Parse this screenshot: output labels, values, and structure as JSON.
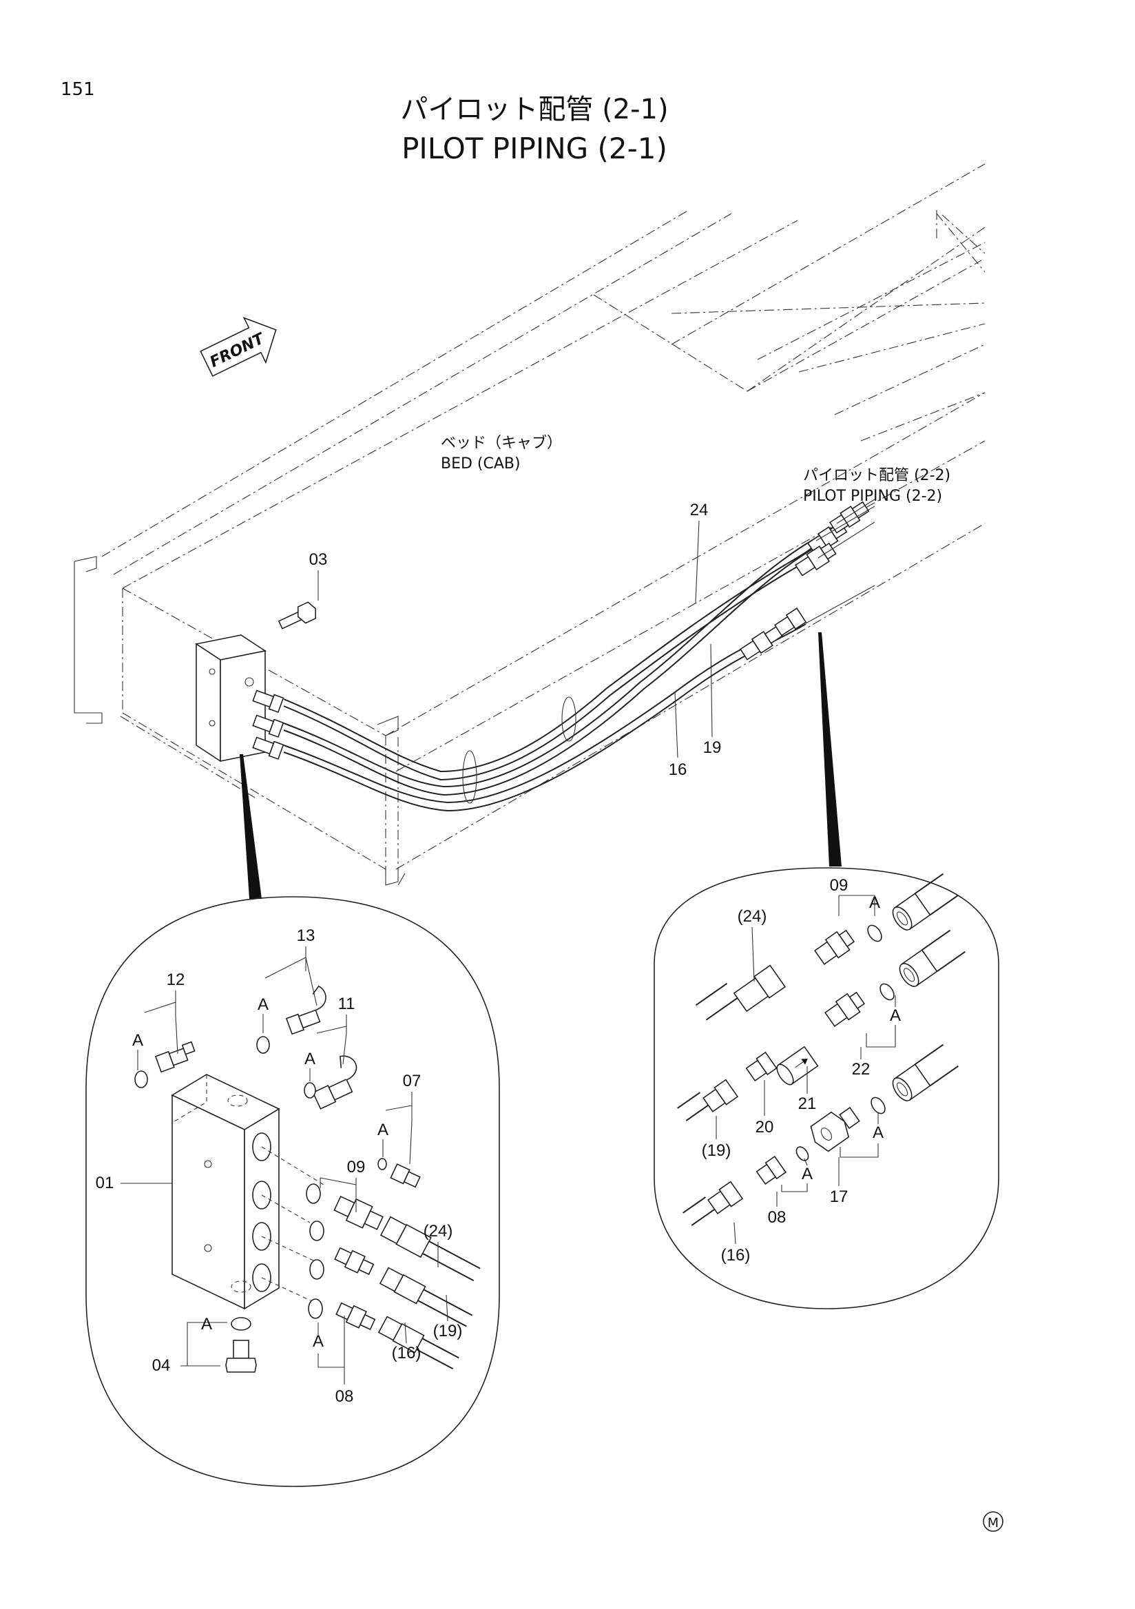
{
  "page_number": "151",
  "title_jp": "パイロット配管 (2-1)",
  "title_en": "PILOT PIPING (2-1)",
  "front_label": "FRONT",
  "bed_label_jp": "ベッド（キャブ）",
  "bed_label_en": "BED (CAB)",
  "ref_jp": "パイロット配管 (2-2)",
  "ref_en": "PILOT PIPING (2-2)",
  "mark": "M",
  "callouts_main": [
    "03",
    "24",
    "19",
    "16"
  ],
  "callouts_left": [
    "13",
    "12",
    "11",
    "07",
    "A",
    "A",
    "A",
    "A",
    "09",
    "01",
    "(24)",
    "04",
    "A",
    "A",
    "08",
    "(19)",
    "(16)"
  ],
  "callouts_right": [
    "09",
    "A",
    "(24)",
    "A",
    "22",
    "21",
    "20",
    "(19)",
    "A",
    "A",
    "17",
    "08",
    "(16)"
  ]
}
